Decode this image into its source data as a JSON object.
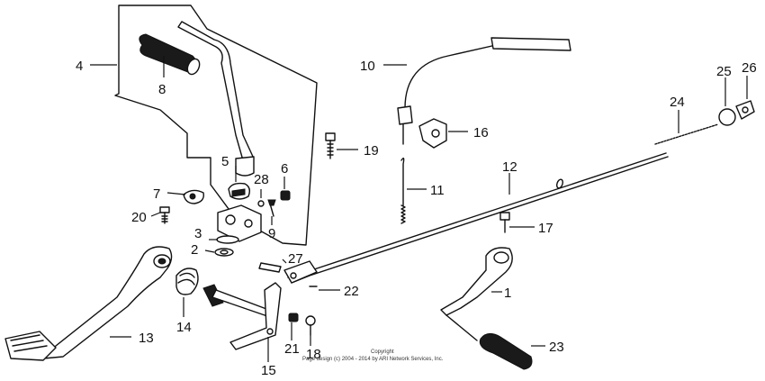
{
  "diagram": {
    "callouts": {
      "c1": "1",
      "c2": "2",
      "c3": "3",
      "c4": "4",
      "c5": "5",
      "c6": "6",
      "c7": "7",
      "c8": "8",
      "c9": "9",
      "c10": "10",
      "c11": "11",
      "c12": "12",
      "c13": "13",
      "c14": "14",
      "c15": "15",
      "c16": "16",
      "c17": "17",
      "c18": "18",
      "c19": "19",
      "c20": "20",
      "c21": "21",
      "c22": "22",
      "c23": "23",
      "c24": "24",
      "c25": "25",
      "c26": "26",
      "c27": "27",
      "c28": "28"
    },
    "copyright": {
      "line1": "Copyright",
      "line2": "Page design (c) 2004 - 2014 by ARI Network Services, Inc."
    }
  }
}
